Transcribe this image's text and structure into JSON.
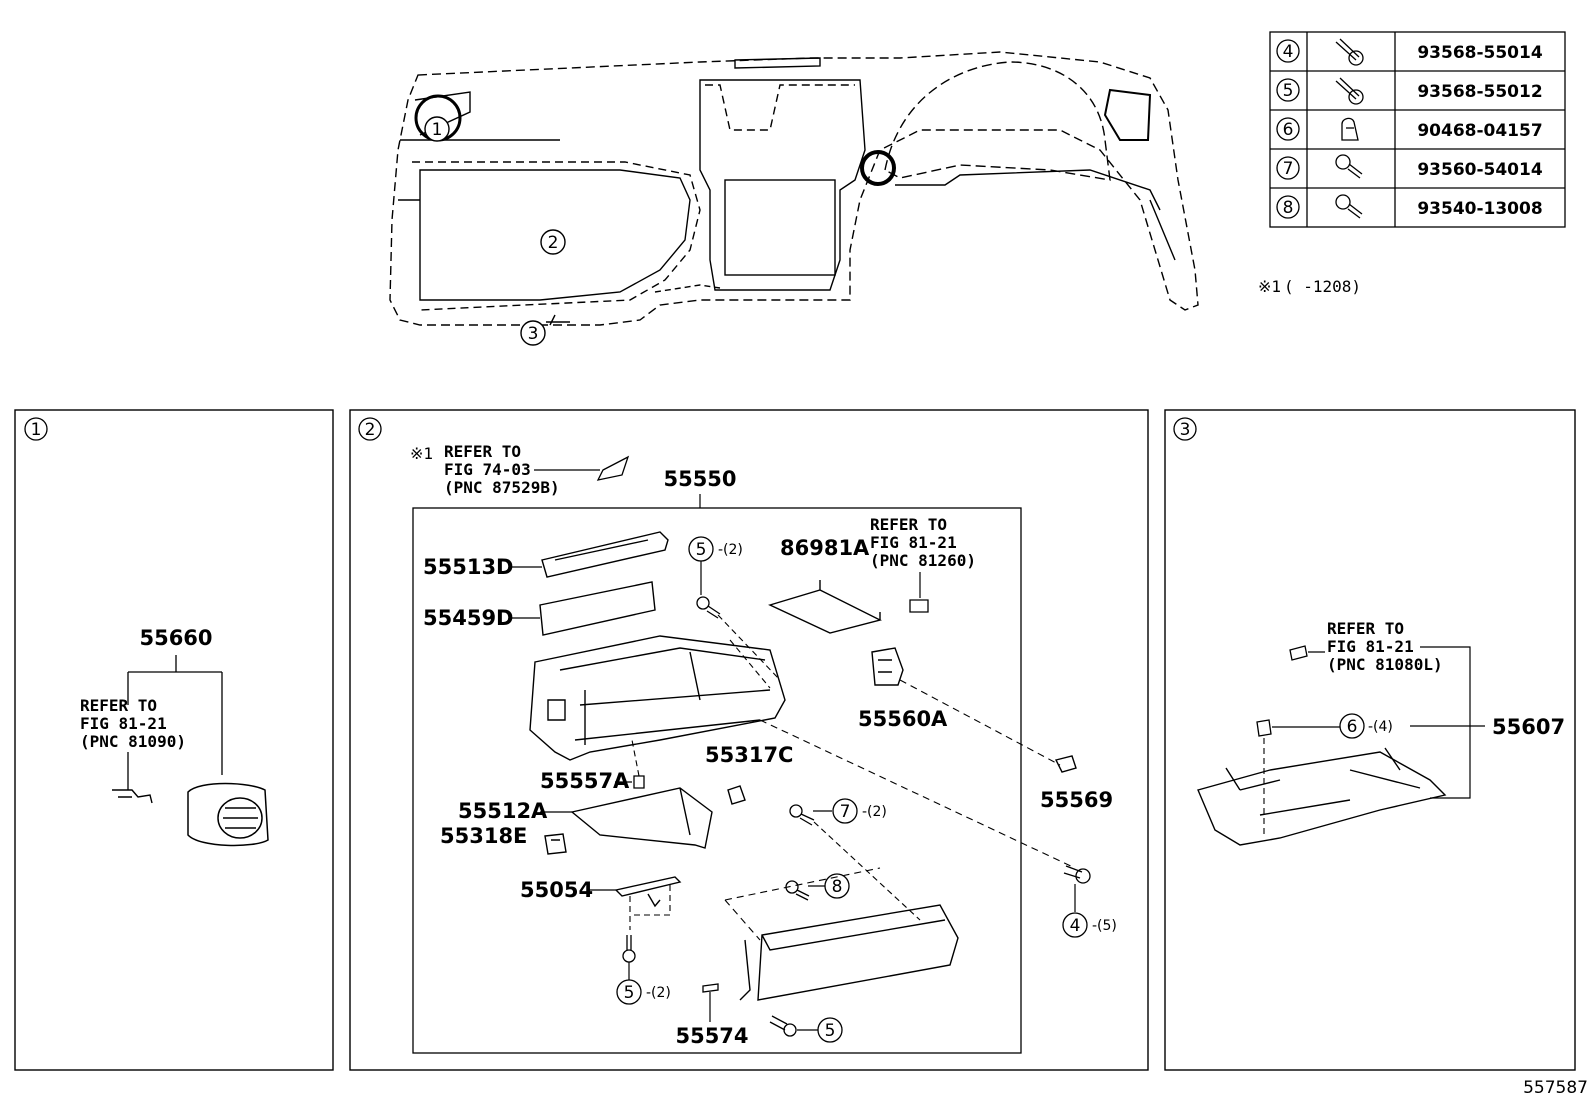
{
  "diagram_id": "557587",
  "note": {
    "mark": "※1",
    "text": "(      -1208)"
  },
  "fastener_table": [
    {
      "ref": "4",
      "part": "93568-55014"
    },
    {
      "ref": "5",
      "part": "93568-55012"
    },
    {
      "ref": "6",
      "part": "90468-04157"
    },
    {
      "ref": "7",
      "part": "93560-54014"
    },
    {
      "ref": "8",
      "part": "93540-13008"
    }
  ],
  "overview": {
    "callouts": [
      "1",
      "2",
      "3"
    ]
  },
  "panel1": {
    "id": "1",
    "part": "55660",
    "refer": [
      "REFER TO",
      "FIG 81-21",
      "(PNC 81090)"
    ]
  },
  "panel2": {
    "id": "2",
    "refer_note_mark": "※1",
    "refer_top": [
      "REFER TO",
      "FIG 74-03",
      "(PNC 87529B)"
    ],
    "assembly": "55550",
    "refer_right": [
      "REFER TO",
      "FIG 81-21",
      "(PNC 81260)"
    ],
    "parts": {
      "p55513D": "55513D",
      "p55459D": "55459D",
      "p86981A": "86981A",
      "p55560A": "55560A",
      "p55317C": "55317C",
      "p55557A": "55557A",
      "p55512A": "55512A",
      "p55318E": "55318E",
      "p55054": "55054",
      "p55569": "55569",
      "p55574": "55574"
    },
    "fasteners": {
      "f5a": {
        "ref": "5",
        "qty": "-(2)"
      },
      "f7": {
        "ref": "7",
        "qty": "-(2)"
      },
      "f8": {
        "ref": "8"
      },
      "f4": {
        "ref": "4",
        "qty": "-(5)"
      },
      "f5b": {
        "ref": "5",
        "qty": "-(2)"
      },
      "f5c": {
        "ref": "5"
      }
    }
  },
  "panel3": {
    "id": "3",
    "part": "55607",
    "refer": [
      "REFER TO",
      "FIG 81-21",
      "(PNC 81080L)"
    ],
    "fastener": {
      "ref": "6",
      "qty": "-(4)"
    }
  }
}
